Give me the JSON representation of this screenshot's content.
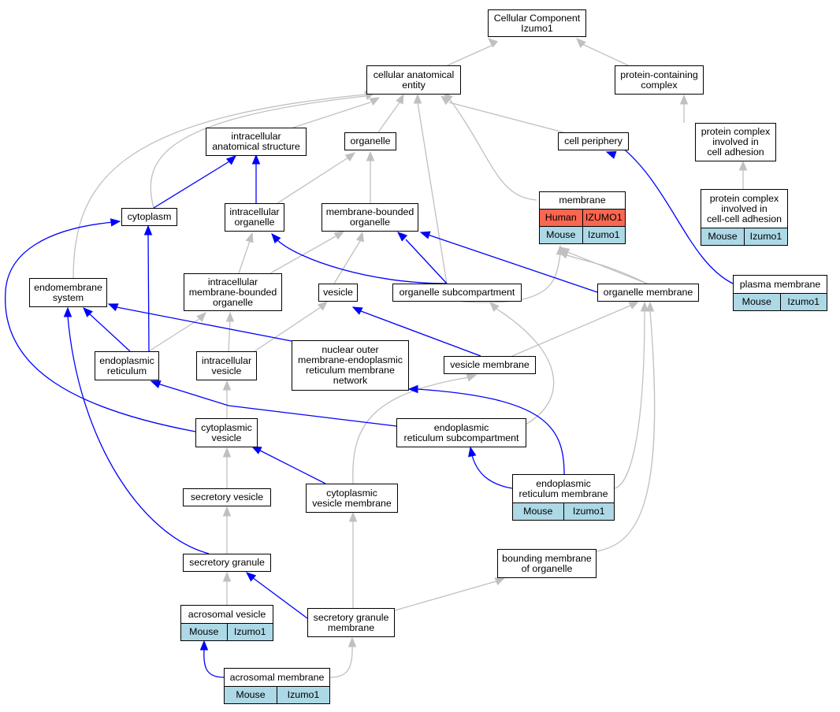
{
  "colors": {
    "is_a_edge": "#c0c0c0",
    "part_of_edge": "#0000ff",
    "mouse_row": "#add8e6",
    "human_row": "#fa6650"
  },
  "nodes": {
    "cellular_component": {
      "label": "Cellular Component\nIzumo1"
    },
    "cellular_anatomical_entity": {
      "label": "cellular anatomical\nentity"
    },
    "protein_containing_complex": {
      "label": "protein-containing\ncomplex"
    },
    "intracellular_anatomical_structure": {
      "label": "intracellular\nanatomical structure"
    },
    "organelle": {
      "label": "organelle"
    },
    "cell_periphery": {
      "label": "cell periphery"
    },
    "protein_complex_cell_adhesion": {
      "label": "protein complex\ninvolved in\ncell adhesion"
    },
    "membrane": {
      "label": "membrane",
      "rows": [
        {
          "cells": [
            "Human",
            "IZUMO1"
          ]
        },
        {
          "cells": [
            "Mouse",
            "Izumo1"
          ]
        }
      ]
    },
    "protein_complex_cell_cell_adhesion": {
      "label": "protein complex\ninvolved in\ncell-cell adhesion",
      "rows": [
        {
          "cells": [
            "Mouse",
            "Izumo1"
          ]
        }
      ]
    },
    "cytoplasm": {
      "label": "cytoplasm"
    },
    "intracellular_organelle": {
      "label": "intracellular\norganelle"
    },
    "membrane_bounded_organelle": {
      "label": "membrane-bounded\norganelle"
    },
    "endomembrane_system": {
      "label": "endomembrane\nsystem"
    },
    "intracellular_membrane_bounded_organelle": {
      "label": "intracellular\nmembrane-bounded\norganelle"
    },
    "vesicle": {
      "label": "vesicle"
    },
    "organelle_subcompartment": {
      "label": "organelle subcompartment"
    },
    "organelle_membrane": {
      "label": "organelle membrane"
    },
    "plasma_membrane": {
      "label": "plasma membrane",
      "rows": [
        {
          "cells": [
            "Mouse",
            "Izumo1"
          ]
        }
      ]
    },
    "endoplasmic_reticulum": {
      "label": "endoplasmic\nreticulum"
    },
    "intracellular_vesicle": {
      "label": "intracellular\nvesicle"
    },
    "nuclear_outer_membrane_network": {
      "label": "nuclear outer\nmembrane-endoplasmic\nreticulum membrane\nnetwork"
    },
    "vesicle_membrane": {
      "label": "vesicle membrane"
    },
    "cytoplasmic_vesicle": {
      "label": "cytoplasmic\nvesicle"
    },
    "er_subcompartment": {
      "label": "endoplasmic\nreticulum subcompartment"
    },
    "secretory_vesicle": {
      "label": "secretory vesicle"
    },
    "cytoplasmic_vesicle_membrane": {
      "label": "cytoplasmic\nvesicle membrane"
    },
    "er_membrane": {
      "label": "endoplasmic\nreticulum membrane",
      "rows": [
        {
          "cells": [
            "Mouse",
            "Izumo1"
          ]
        }
      ]
    },
    "bounding_membrane_of_organelle": {
      "label": "bounding membrane\nof organelle"
    },
    "secretory_granule": {
      "label": "secretory granule"
    },
    "acrosomal_vesicle": {
      "label": "acrosomal vesicle",
      "rows": [
        {
          "cells": [
            "Mouse",
            "Izumo1"
          ]
        }
      ]
    },
    "secretory_granule_membrane": {
      "label": "secretory granule\nmembrane"
    },
    "acrosomal_membrane": {
      "label": "acrosomal membrane",
      "rows": [
        {
          "cells": [
            "Mouse",
            "Izumo1"
          ]
        }
      ]
    }
  }
}
